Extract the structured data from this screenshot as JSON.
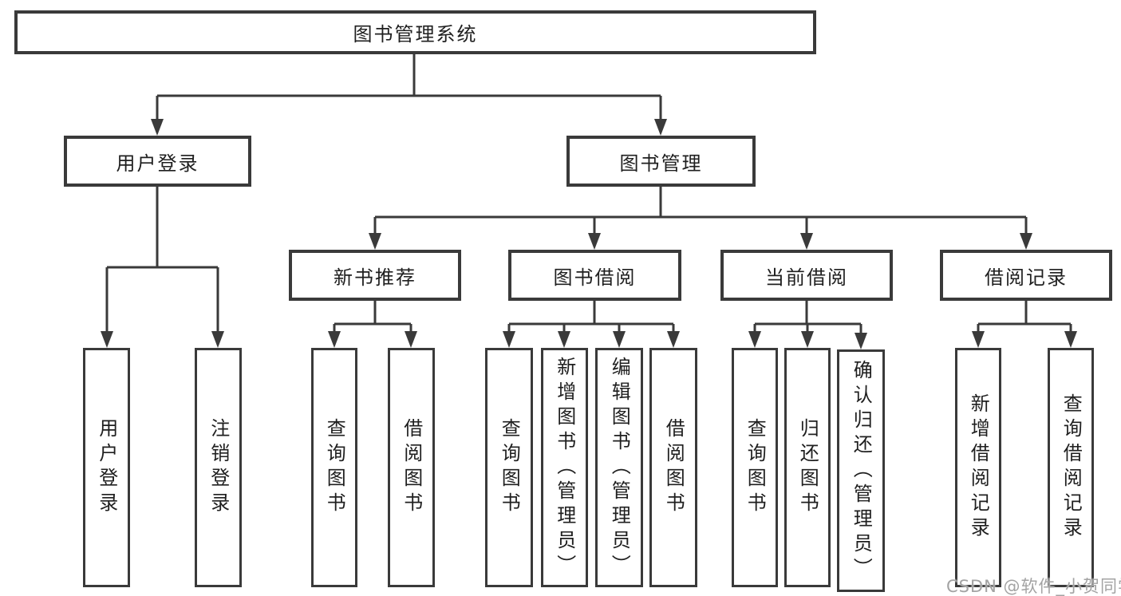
{
  "diagram": {
    "type": "hierarchy-tree",
    "title": "图书管理系统",
    "watermark": "CSDN @软件_小贺同学",
    "colors": {
      "line": "#3a3a3a",
      "box_border": "#3a3a3a",
      "text": "#1f1f1f",
      "background": "#ffffff",
      "watermark": "#a3a3a3"
    },
    "tree": {
      "label": "图书管理系统",
      "children": [
        {
          "label": "用户登录",
          "children": [
            {
              "label": "用户登录"
            },
            {
              "label": "注销登录"
            }
          ]
        },
        {
          "label": "图书管理",
          "children": [
            {
              "label": "新书推荐",
              "children": [
                {
                  "label": "查询图书"
                },
                {
                  "label": "借阅图书"
                }
              ]
            },
            {
              "label": "图书借阅",
              "children": [
                {
                  "label": "查询图书"
                },
                {
                  "label": "新增图书（管理员）"
                },
                {
                  "label": "编辑图书（管理员）"
                },
                {
                  "label": "借阅图书"
                }
              ]
            },
            {
              "label": "当前借阅",
              "children": [
                {
                  "label": "查询图书"
                },
                {
                  "label": "归还图书"
                },
                {
                  "label": "确认归还（管理员）"
                }
              ]
            },
            {
              "label": "借阅记录",
              "children": [
                {
                  "label": "新增借阅记录"
                },
                {
                  "label": "查询借阅记录"
                }
              ]
            }
          ]
        }
      ]
    }
  },
  "labels": {
    "root": "图书管理系统",
    "user_login": "用户登录",
    "book_management": "图书管理",
    "new_book_recommend": "新书推荐",
    "book_borrowing": "图书借阅",
    "current_borrowing": "当前借阅",
    "borrowing_records": "借阅记录",
    "leaf_user_login": "用户登录",
    "leaf_logout": "注销登录",
    "rec_query_books": "查询图书",
    "rec_borrow_books": "借阅图书",
    "bb_query_books": "查询图书",
    "bb_add_books": "新增图书（管理员）",
    "bb_edit_books": "编辑图书（管理员）",
    "bb_borrow_books": "借阅图书",
    "cb_query_books": "查询图书",
    "cb_return_books": "归还图书",
    "cb_confirm_return": "确认归还（管理员）",
    "br_add_record": "新增借阅记录",
    "br_query_record": "查询借阅记录"
  }
}
